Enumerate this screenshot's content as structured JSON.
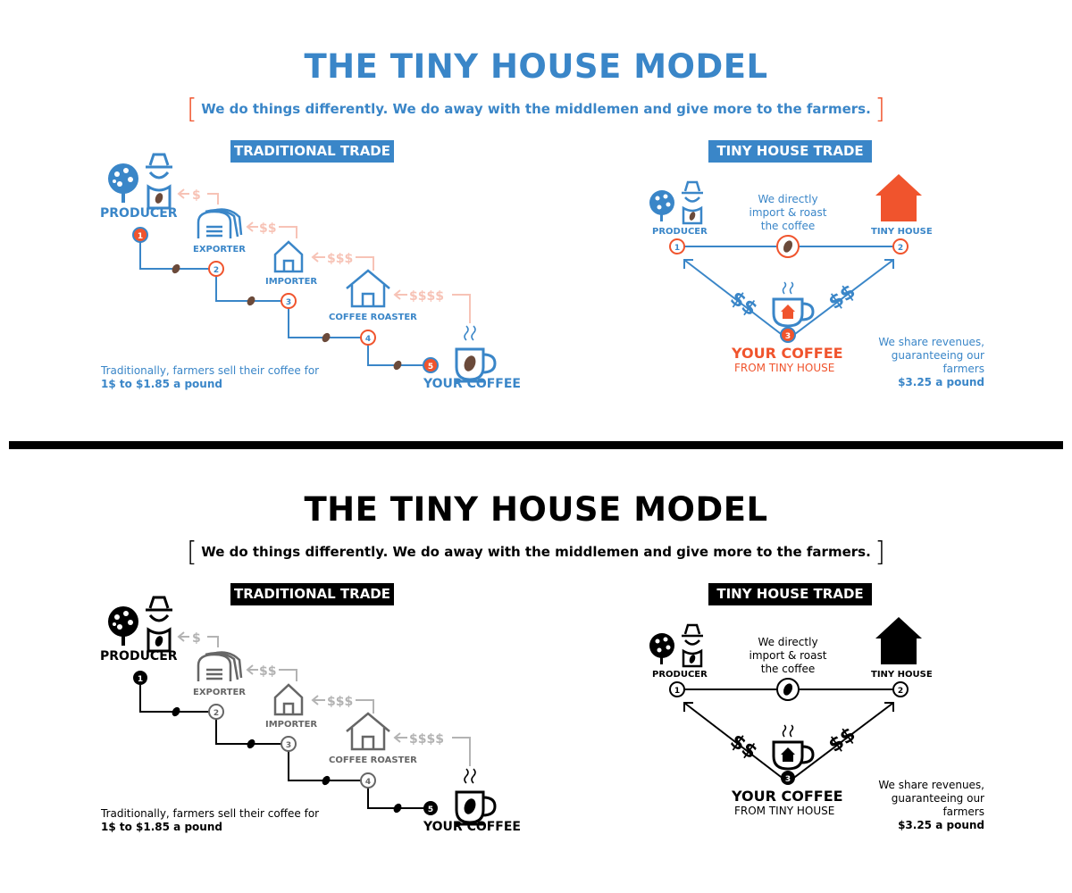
{
  "title": "THE TINY HOUSE MODEL",
  "subtitle": "We do things differently. We do away with the middlemen and give more to the farmers.",
  "traditional": {
    "tab": "TRADITIONAL TRADE",
    "producer": "PRODUCER",
    "exporter": "EXPORTER",
    "importer": "IMPORTER",
    "roaster": "COFFEE ROASTER",
    "your_coffee": "YOUR COFFEE",
    "money": [
      "$",
      "$$",
      "$$$",
      "$$$$"
    ],
    "steps": [
      "1",
      "2",
      "3",
      "4",
      "5"
    ],
    "note_line1": "Traditionally, farmers sell their coffee for",
    "note_line2": "1$ to $1.85 a pound"
  },
  "tiny": {
    "tab": "TINY HOUSE TRADE",
    "producer": "PRODUCER",
    "tiny_house": "TINY HOUSE",
    "direct_line1": "We directly",
    "direct_line2": "import & roast",
    "direct_line3": "the coffee",
    "your_coffee": "YOUR COFFEE",
    "from": "FROM TINY HOUSE",
    "steps": [
      "1",
      "2",
      "3"
    ],
    "money": "$$",
    "note_line1": "We share revenues,",
    "note_line2": "guaranteeing our farmers",
    "note_line3": "$3.25 a pound"
  },
  "colors": {
    "blue": "#3a86c8",
    "orange": "#f0542d",
    "faded_orange": "#f7c3b6",
    "bean_brown": "#6b4a3a",
    "black": "#000000",
    "grey": "#666666",
    "light_grey": "#b3b3b3"
  }
}
